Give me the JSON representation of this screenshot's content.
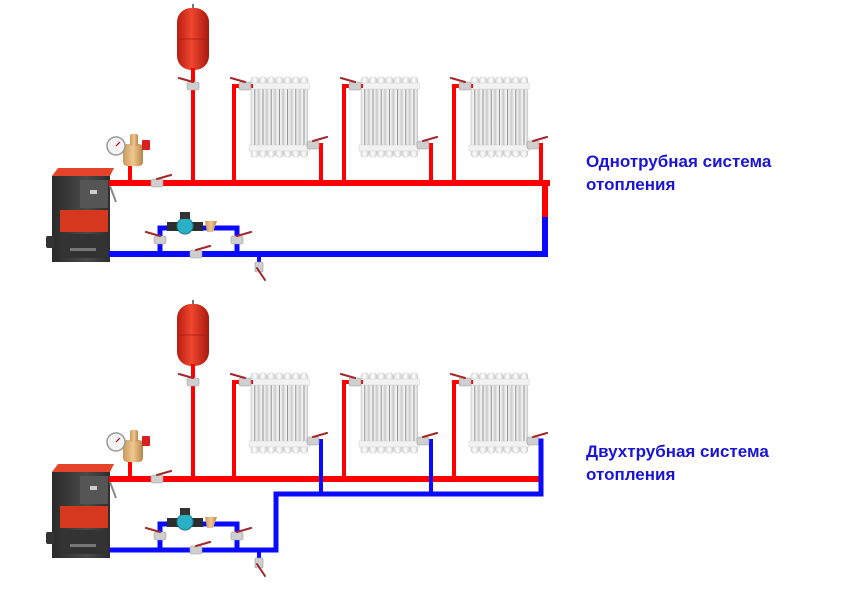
{
  "diagrams": [
    {
      "id": "one-pipe",
      "caption_line1": "Однотрубная система",
      "caption_line2": "отопления",
      "type": "one-pipe",
      "radiators": 3
    },
    {
      "id": "two-pipe",
      "caption_line1": "Двухтрубная система",
      "caption_line2": "отопления",
      "type": "two-pipe",
      "radiators": 3
    }
  ],
  "colors": {
    "supply": "#ff0000",
    "return": "#0a0aff",
    "caption": "#1a14d4",
    "tank": "#e8321e",
    "boiler_body": "#3a3a3a",
    "boiler_accent": "#d6371f",
    "radiator": "#eeeeee",
    "valve_handle": "#a2282c"
  }
}
